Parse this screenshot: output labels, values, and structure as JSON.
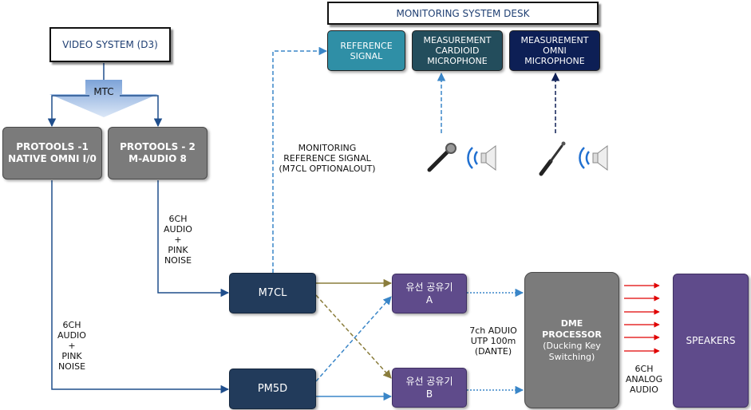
{
  "nodes": {
    "video_system": "VIDEO SYSTEM (D3)",
    "mtc": "MTC",
    "protools_1": "PROTOOLS -1\nNATIVE OMNI I/0",
    "protools_2": "PROTOOLS - 2\nM-AUDIO 8",
    "m7cl": "M7CL",
    "pm5d": "PM5D",
    "splitter_a": "유선 공유기\nA",
    "splitter_b": "유선 공유기\nB",
    "dme": "DME\nPROCESSOR",
    "dme_sub": "(Ducking Key\nSwitching)",
    "speakers": "SPEAKERS",
    "monitoring_desk": "MONITORING SYSTEM DESK",
    "reference_signal": "REFERENCE\nSIGNAL",
    "meas_cardioid": "MEASUREMENT\nCARDIOID\nMICROPHONE",
    "meas_omni": "MEASUREMENT\nOMNI\nMICROPHONE"
  },
  "labels": {
    "pt2_audio": "6CH\nAUDIO\n+\nPINK\nNOISE",
    "pt1_audio": "6CH\nAUDIO\n+\nPINK\nNOISE",
    "monitoring_ref": "MONITORING\nREFERENCE SIGNAL\n(M7CL OPTIONALOUT)",
    "dante": "7ch ADUIO\nUTP 100m\n(DANTE)",
    "analog": "6CH\nANALOG\nAUDIO"
  },
  "colors": {
    "gray_box": "#7b7b7b",
    "navy_box": "#223b5b",
    "purple_box": "#5f4b8b",
    "reference_signal": "#2f8fa6",
    "cardioid": "#234d5c",
    "omni": "#0d1f55",
    "line_blue": "#1f4e8c",
    "olive_line": "#8a7d3c",
    "dashed_blue": "#3a86c8",
    "red_arrows": "#e00000"
  },
  "icons": {
    "mic_1": "handheld-microphone-icon",
    "speaker_1": "speaker-sound-icon",
    "mic_2": "measurement-microphone-icon",
    "speaker_2": "speaker-sound-icon"
  }
}
